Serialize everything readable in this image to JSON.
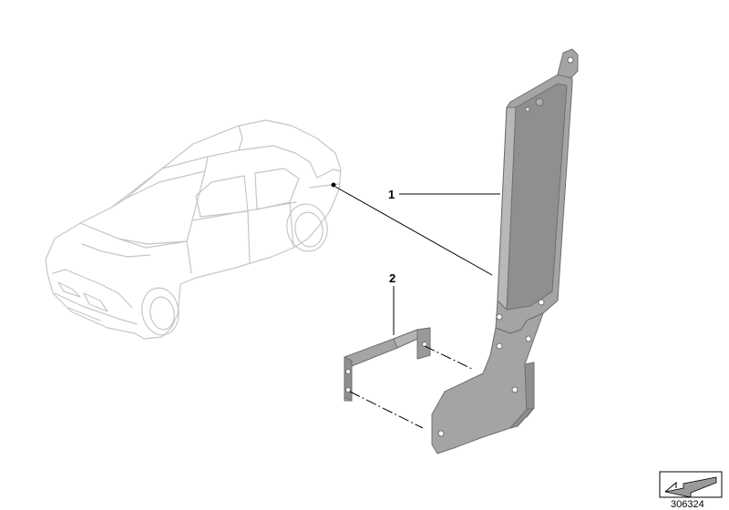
{
  "diagram": {
    "callouts": [
      {
        "id": "1",
        "label": "1"
      },
      {
        "id": "2",
        "label": "2"
      }
    ],
    "document_number": "306324",
    "colors": {
      "car_outline": "#c6c6c6",
      "part_fill": "#a4a4a4",
      "part_shade": "#8f8f8f",
      "part_edge": "#6e6e6e",
      "leader": "#000000",
      "badge_fill": "#9a9a9a"
    },
    "icons": {
      "vehicle": "car-outline-icon",
      "badge": "fold-arrow-icon"
    }
  }
}
